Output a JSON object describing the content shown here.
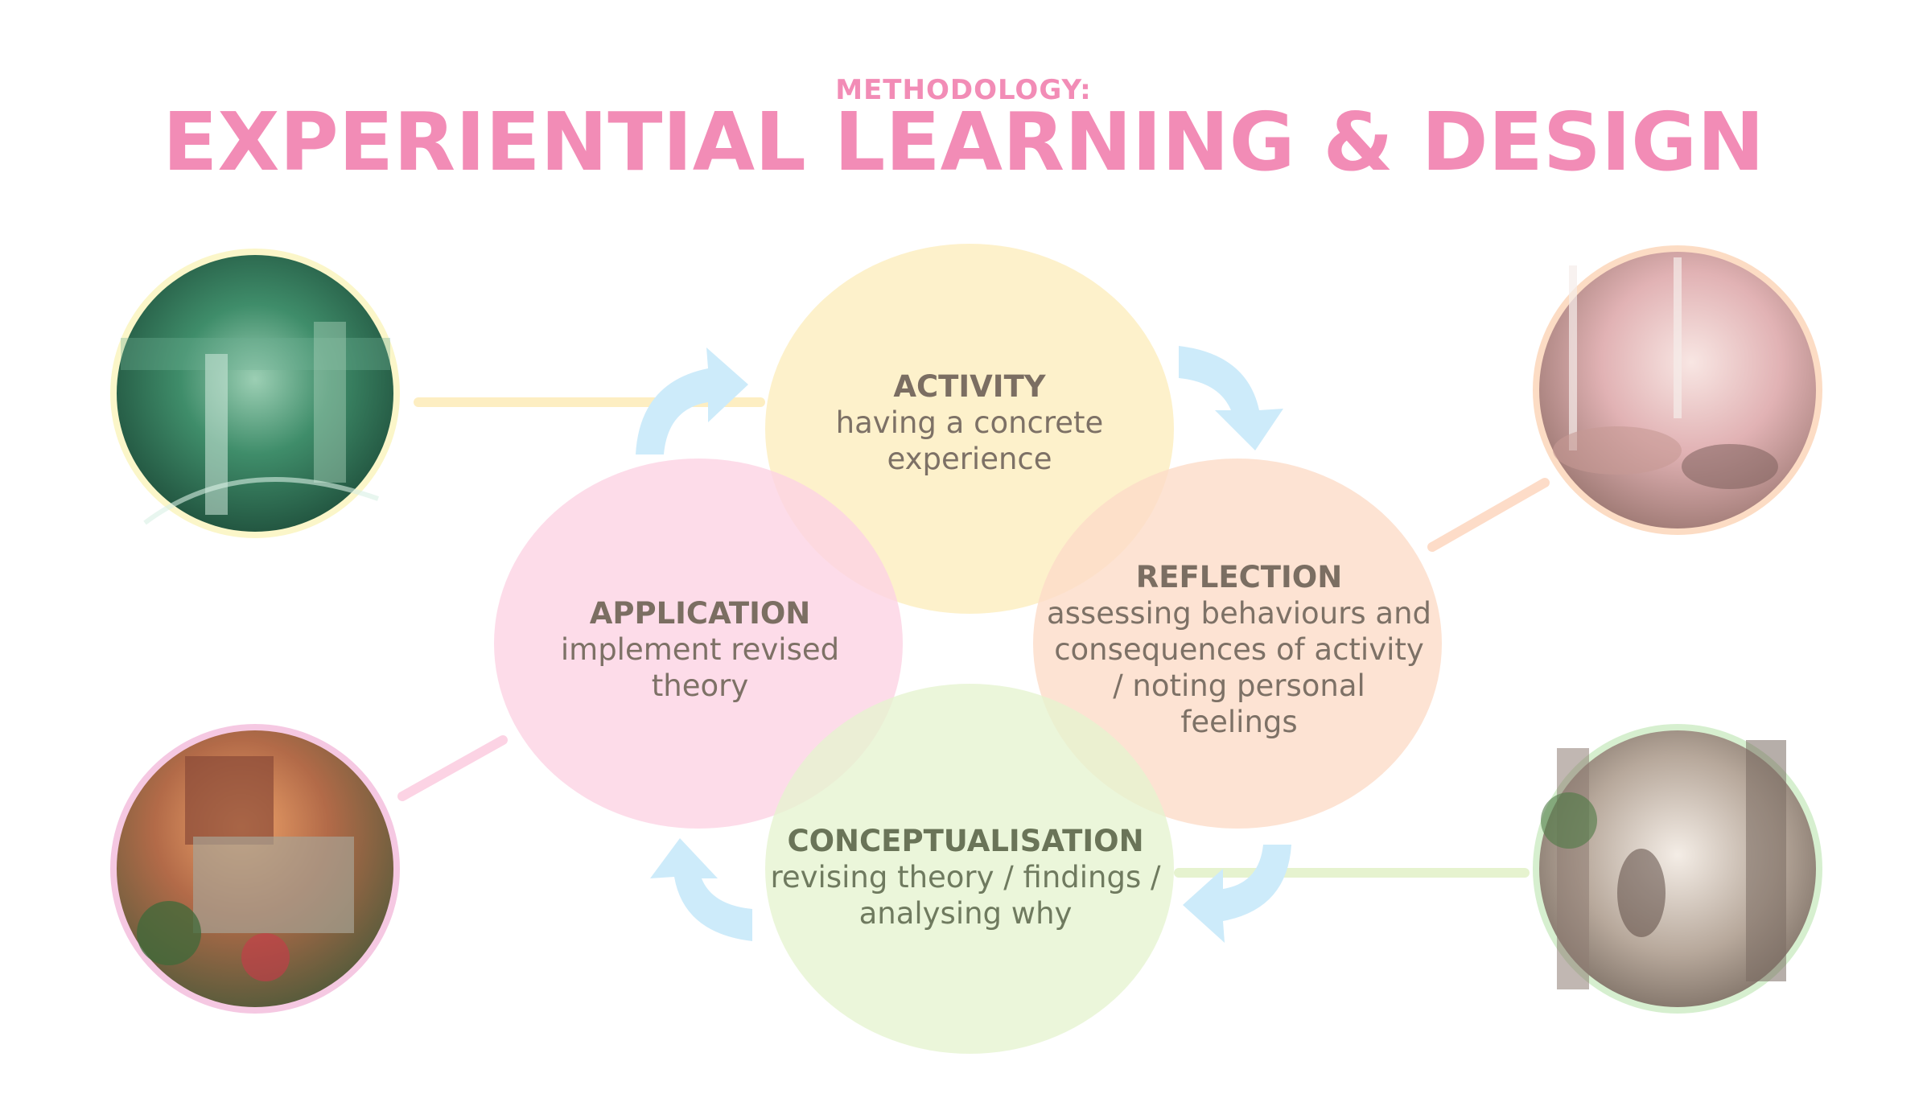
{
  "header": {
    "eyebrow": "METHODOLOGY:",
    "title": "EXPERIENTIAL LEARNING & DESIGN"
  },
  "stages": {
    "activity": {
      "title": "ACTIVITY",
      "line1": "having a concrete",
      "line2": "experience"
    },
    "reflection": {
      "title": "REFLECTION",
      "line1": "assessing behaviours and",
      "line2": "consequences of activity",
      "line3": "/ noting personal",
      "line4": "feelings"
    },
    "conceptualisation": {
      "title": "CONCEPTUALISATION",
      "line1": "revising theory / findings /",
      "line2": "analysing why"
    },
    "application": {
      "title": "APPLICATION",
      "line1": "implement revised",
      "line2": "theory"
    }
  },
  "colors": {
    "title": "#f28cb6",
    "activity": "#fdeec2",
    "reflection": "#fddcc8",
    "conceptualisation": "#e6f3cf",
    "application": "#fcd3e4",
    "arrow": "#cdebfa"
  },
  "icons": {
    "cycle_arrow": "curved-arrow-icon"
  }
}
